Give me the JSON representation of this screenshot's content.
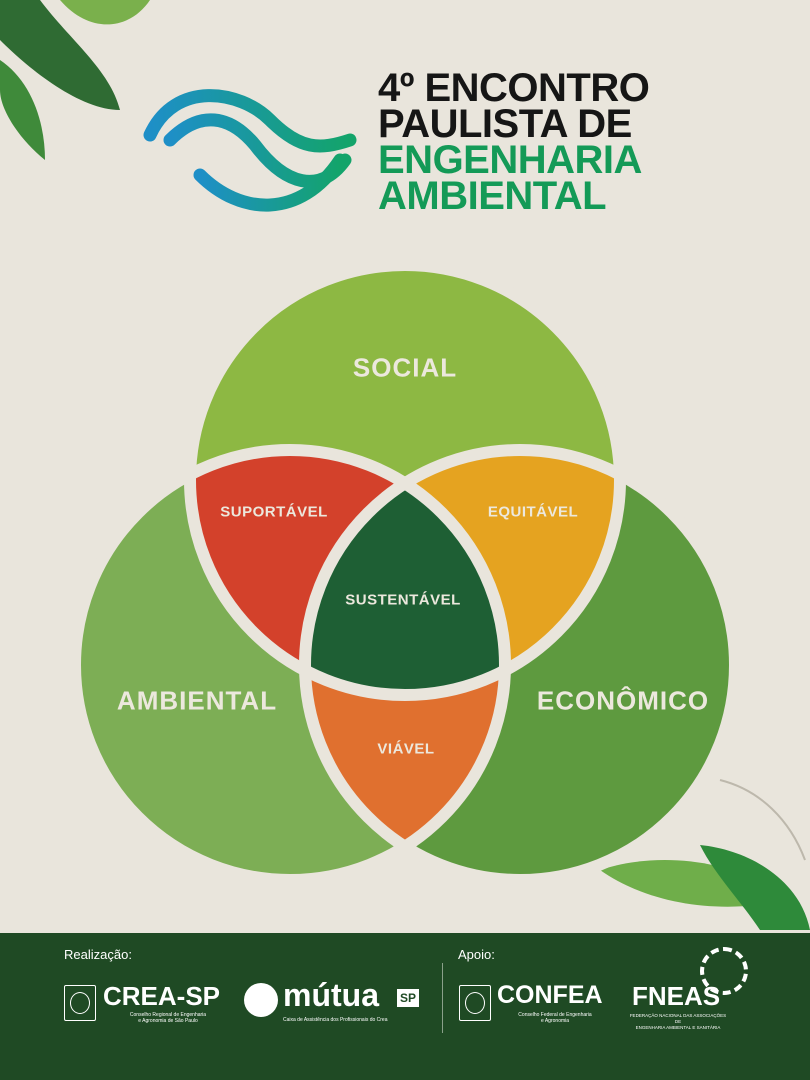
{
  "title": {
    "line1": "4º ENCONTRO",
    "line2": "PAULISTA DE",
    "line3": "ENGENHARIA",
    "line4": "AMBIENTAL"
  },
  "venn": {
    "circles": {
      "social": "SOCIAL",
      "ambiental": "AMBIENTAL",
      "economico": "ECONÔMICO"
    },
    "intersections": {
      "suportavel": "SUPORTÁVEL",
      "equitavel": "EQUITÁVEL",
      "viavel": "VIÁVEL",
      "sustentavel": "SUSTENTÁVEL"
    },
    "colors": {
      "social": "#8db843",
      "ambiental": "#7dae55",
      "economico": "#5e9a3f",
      "suportavel": "#d3412b",
      "equitavel": "#e5a320",
      "viavel": "#e0702f",
      "sustentavel": "#1e5f34",
      "gap": "#e9e5dc"
    }
  },
  "footer": {
    "realizacao": "Realização:",
    "apoio": "Apoio:",
    "crea": {
      "name": "CREA-SP",
      "sub1": "Conselho Regional de Engenharia",
      "sub2": "e Agronomia de São Paulo"
    },
    "mutua": {
      "name": "mútua",
      "badge": "SP",
      "sub": "Caixa de Assistência dos Profissionais do Crea"
    },
    "confea": {
      "name": "CONFEA",
      "sub1": "Conselho Federal de Engenharia",
      "sub2": "e Agronomia"
    },
    "fneas": {
      "name": "FNEAS",
      "sub1": "FEDERAÇÃO NACIONAL DAS ASSOCIAÇÕES DE",
      "sub2": "ENGENHARIA AMBIENTAL E SANITÁRIA"
    }
  }
}
